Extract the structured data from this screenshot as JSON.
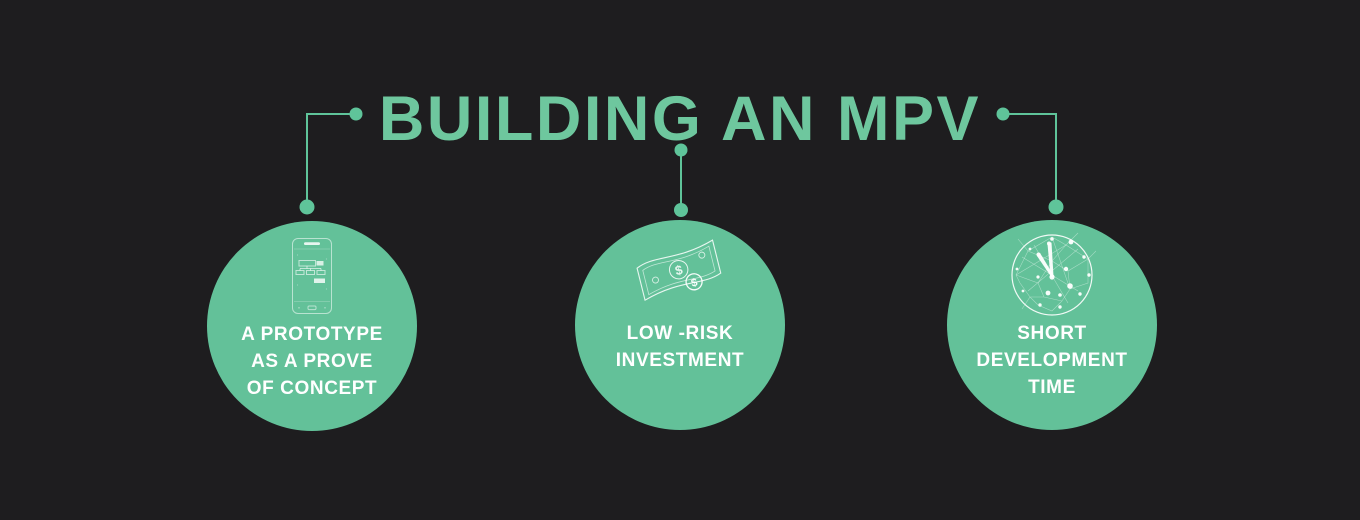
{
  "title": {
    "text": "BUILDING AN MPV"
  },
  "benefits": [
    {
      "icon": "smartphone-prototype-icon",
      "label": "A PROTOTYPE\nAS A PROVE\nOF CONCEPT"
    },
    {
      "icon": "dollar-banknote-icon",
      "label": "LOW -RISK\nINVESTMENT"
    },
    {
      "icon": "network-clock-icon",
      "label": "SHORT\nDEVELOPMENT\nTIME"
    }
  ],
  "colors": {
    "background": "#1e1d1f",
    "title_green": "#6ec79e",
    "circle_green": "#63c199",
    "connector_green": "#5fc49a",
    "text_white": "#ffffff"
  }
}
